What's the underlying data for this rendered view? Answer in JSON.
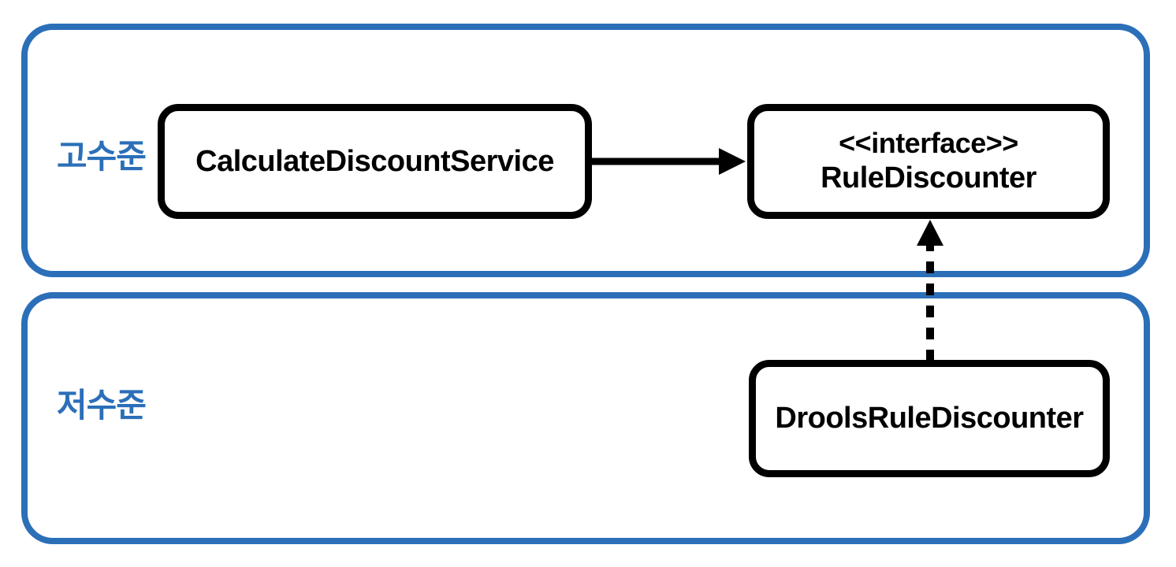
{
  "diagram": {
    "layers": {
      "high": {
        "label": "고수준"
      },
      "low": {
        "label": "저수준"
      }
    },
    "nodes": {
      "service": {
        "label": "CalculateDiscountService"
      },
      "interface": {
        "stereotype": "<<interface>>",
        "label": "RuleDiscounter"
      },
      "impl": {
        "label": "DroolsRuleDiscounter"
      }
    },
    "connectors": {
      "dependency": {
        "style": "solid",
        "from": "CalculateDiscountService",
        "to": "RuleDiscounter"
      },
      "realization": {
        "style": "dashed",
        "from": "DroolsRuleDiscounter",
        "to": "RuleDiscounter"
      }
    },
    "colors": {
      "layer_border": "#2B6FB8",
      "layer_label": "#2B6FB8",
      "node_border": "#000000",
      "arrow": "#000000",
      "background": "#FFFFFF"
    }
  }
}
